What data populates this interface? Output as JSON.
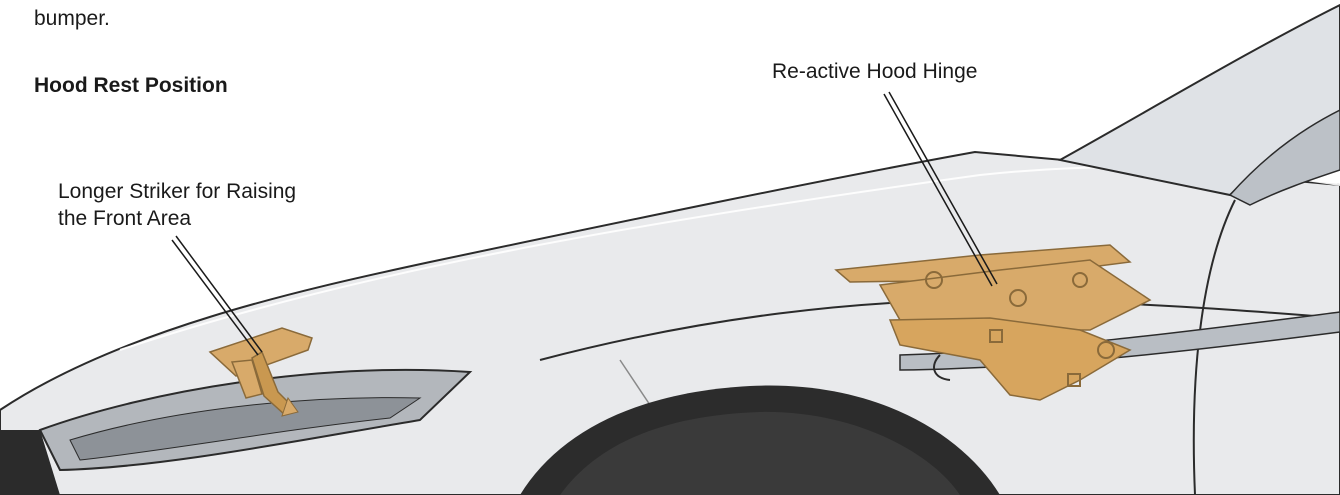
{
  "text": {
    "intro_fragment": "bumper.",
    "section_heading": "Hood Rest Position"
  },
  "callouts": {
    "striker_line1": "Longer Striker for Raising",
    "striker_line2": "the Front Area",
    "hinge": "Re-active Hood Hinge"
  },
  "colors": {
    "car_body": "#e9eaec",
    "outline": "#2b2b2b",
    "component_gold": "#d8aa6a",
    "tire": "#2c2c2c"
  }
}
